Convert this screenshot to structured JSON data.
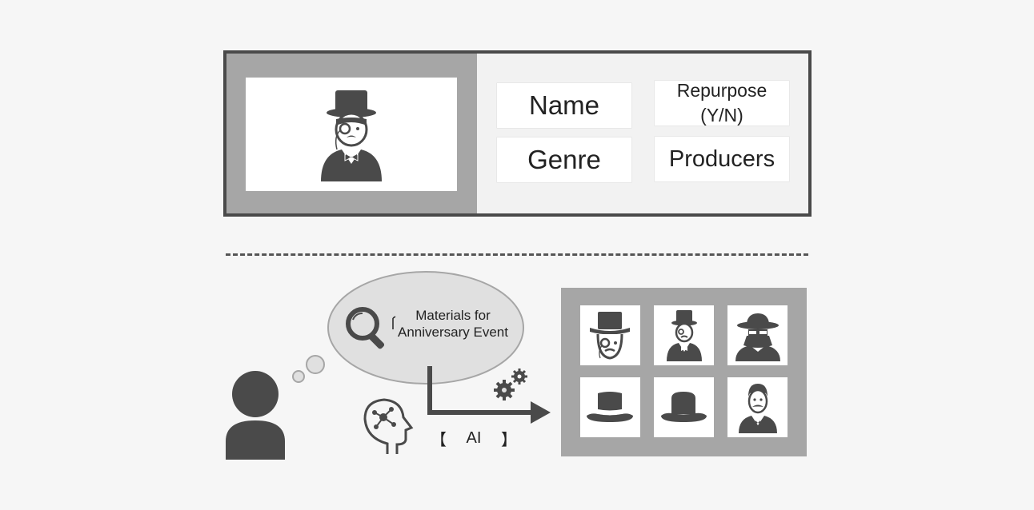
{
  "record_card": {
    "fields": {
      "name": "Name",
      "repurpose": "Repurpose",
      "repurpose_sub": "(Y/N)",
      "genre": "Genre",
      "producers": "Producers"
    },
    "photo_icon": "top-hat-gentleman-monocle-icon"
  },
  "search_flow": {
    "bubble_text_line1": "Materials for",
    "bubble_text_line2": "Anniversary Event",
    "ai_open": "【",
    "ai_label": "AI",
    "ai_close": "】",
    "icons": [
      "user-icon",
      "magnifier-icon",
      "ai-brain-icon",
      "gears-icon",
      "arrow-icon"
    ]
  },
  "results": {
    "items": [
      {
        "icon": "top-hat-monocle-face-icon"
      },
      {
        "icon": "top-hat-gentleman-icon"
      },
      {
        "icon": "spy-hat-icon"
      },
      {
        "icon": "top-hat-band-icon"
      },
      {
        "icon": "bowler-hat-icon"
      },
      {
        "icon": "mustache-man-icon"
      }
    ]
  },
  "colors": {
    "dark": "#4a4a4a",
    "panel_gray": "#a6a6a6",
    "bubble_fill": "#e0e0e0",
    "background": "#f6f6f6"
  }
}
